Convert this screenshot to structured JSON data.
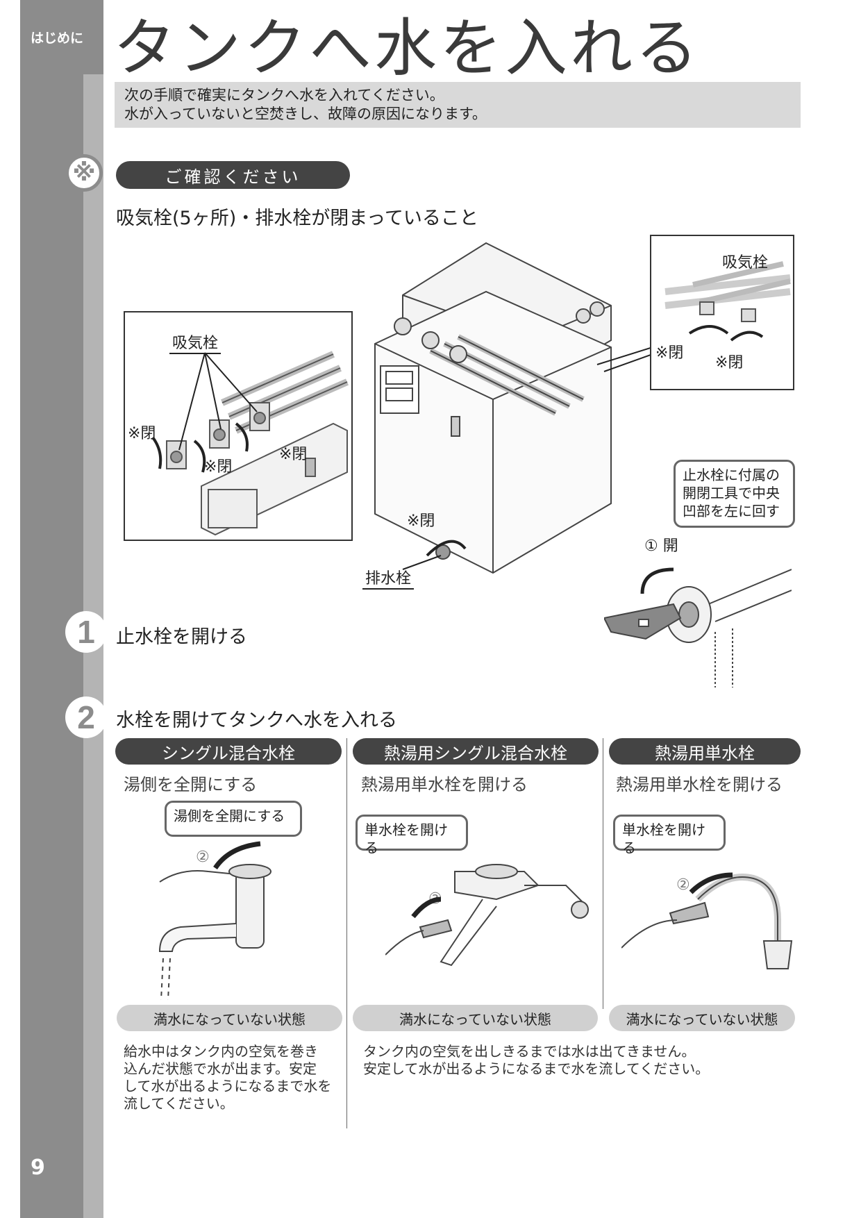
{
  "section_tab": "はじめに",
  "page_number": "9",
  "title": "タンクへ水を入れる",
  "intro": [
    "次の手順で確実にタンクへ水を入れてください。",
    "水が入っていないと空焚きし、故障の原因になります。"
  ],
  "check": {
    "badge_symbol": "※",
    "pill_label": "ご確認ください",
    "heading": "吸気栓(5ヶ所)・排水栓が閉まっていること",
    "left_inset": {
      "label": "吸気栓",
      "closed_labels": [
        "※閉",
        "※閉",
        "※閉"
      ]
    },
    "right_inset": {
      "label": "吸気栓",
      "closed_labels": [
        "※閉",
        "※閉"
      ]
    },
    "tank_closed_label": "※閉",
    "drain_label": "排水栓"
  },
  "step1": {
    "number": "1",
    "text": "止水栓を開ける",
    "bubble": [
      "止水栓に付属の",
      "開閉工具で中央",
      "凹部を左に回す"
    ],
    "open_label": "① 開"
  },
  "step2": {
    "number": "2",
    "text": "水栓を開けてタンクへ水を入れる",
    "columns": [
      {
        "header": "シングル混合水栓",
        "instruction": "湯側を全開にする",
        "bubble": "湯側を全開にする",
        "step_marker": "②",
        "state": "満水になっていない状態"
      },
      {
        "header": "熱湯用シングル混合水栓",
        "instruction": "熱湯用単水栓を開ける",
        "bubble": "単水栓を開ける",
        "step_marker": "②",
        "state": "満水になっていない状態"
      },
      {
        "header": "熱湯用単水栓",
        "instruction": "熱湯用単水栓を開ける",
        "bubble": "単水栓を開ける",
        "step_marker": "②",
        "state": "満水になっていない状態"
      }
    ],
    "note_left": [
      "給水中はタンク内の空気を巻き",
      "込んだ状態で水が出ます。安定",
      "して水が出るようになるまで水を",
      "流してください。"
    ],
    "note_right": [
      "タンク内の空気を出しきるまでは水は出てきません。",
      "安定して水が出るようになるまで水を流してください。"
    ]
  }
}
